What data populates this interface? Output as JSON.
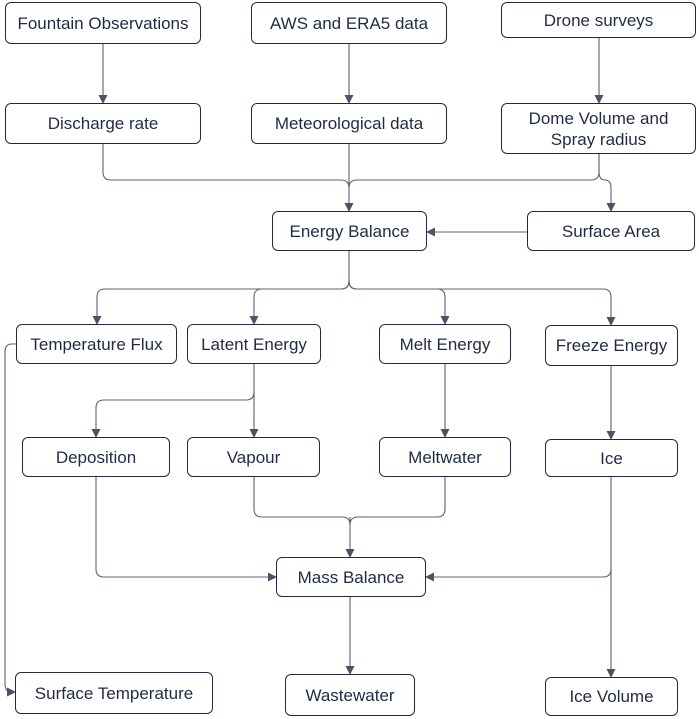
{
  "diagram": {
    "nodes": {
      "fountain_observations": "Fountain Observations",
      "aws_era5_data": "AWS and ERA5 data",
      "drone_surveys": "Drone surveys",
      "discharge_rate": "Discharge rate",
      "meteorological_data": "Meteorological data",
      "dome_volume_spray_radius": "Dome Volume and Spray radius",
      "energy_balance": "Energy Balance",
      "surface_area": "Surface Area",
      "temperature_flux": "Temperature Flux",
      "latent_energy": "Latent Energy",
      "melt_energy": "Melt Energy",
      "freeze_energy": "Freeze Energy",
      "deposition": "Deposition",
      "vapour": "Vapour",
      "meltwater": "Meltwater",
      "ice": "Ice",
      "mass_balance": "Mass Balance",
      "surface_temperature": "Surface Temperature",
      "wastewater": "Wastewater",
      "ice_volume": "Ice Volume"
    },
    "edges": [
      {
        "from": "fountain_observations",
        "to": "discharge_rate"
      },
      {
        "from": "aws_era5_data",
        "to": "meteorological_data"
      },
      {
        "from": "drone_surveys",
        "to": "dome_volume_spray_radius"
      },
      {
        "from": "discharge_rate",
        "to": "energy_balance"
      },
      {
        "from": "meteorological_data",
        "to": "energy_balance"
      },
      {
        "from": "dome_volume_spray_radius",
        "to": "energy_balance"
      },
      {
        "from": "dome_volume_spray_radius",
        "to": "surface_area"
      },
      {
        "from": "surface_area",
        "to": "energy_balance"
      },
      {
        "from": "energy_balance",
        "to": "temperature_flux"
      },
      {
        "from": "energy_balance",
        "to": "latent_energy"
      },
      {
        "from": "energy_balance",
        "to": "melt_energy"
      },
      {
        "from": "energy_balance",
        "to": "freeze_energy"
      },
      {
        "from": "temperature_flux",
        "to": "surface_temperature"
      },
      {
        "from": "latent_energy",
        "to": "deposition"
      },
      {
        "from": "latent_energy",
        "to": "vapour"
      },
      {
        "from": "melt_energy",
        "to": "meltwater"
      },
      {
        "from": "freeze_energy",
        "to": "ice"
      },
      {
        "from": "deposition",
        "to": "mass_balance"
      },
      {
        "from": "vapour",
        "to": "mass_balance"
      },
      {
        "from": "meltwater",
        "to": "mass_balance"
      },
      {
        "from": "ice",
        "to": "mass_balance"
      },
      {
        "from": "ice",
        "to": "ice_volume"
      },
      {
        "from": "mass_balance",
        "to": "wastewater"
      }
    ]
  }
}
